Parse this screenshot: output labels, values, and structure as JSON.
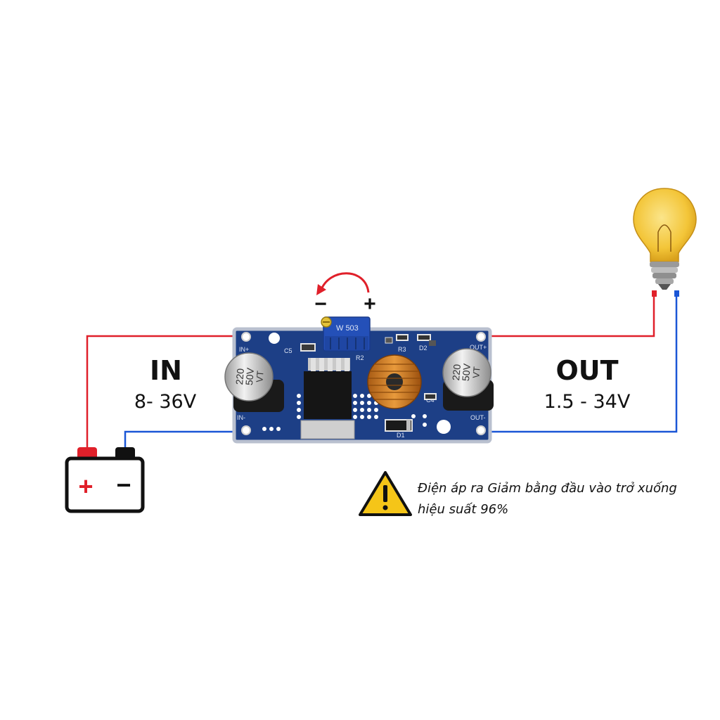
{
  "input": {
    "title": "IN",
    "range": "8- 36V"
  },
  "output": {
    "title": "OUT",
    "range": "1.5 - 34V"
  },
  "adjust": {
    "minus": "−",
    "plus": "+"
  },
  "battery": {
    "plus": "+",
    "minus": "−"
  },
  "board": {
    "pot_label": "W 503",
    "cap_value": "220",
    "cap_voltage": "50V",
    "cap_brand": "VT",
    "in_plus": "IN+",
    "in_minus": "IN-",
    "out_plus": "OUT+",
    "out_minus": "OUT-",
    "c5": "C5",
    "r2": "R2",
    "r3": "R3",
    "d2": "D2",
    "c4": "C4",
    "d1": "D1"
  },
  "warning": {
    "line1": "Điện áp ra Giảm bằng đầu vào trở xuống",
    "line2": "hiệu suất 96%"
  },
  "colors": {
    "positive_wire": "#e0202a",
    "negative_wire": "#1a56d6",
    "pcb": "#1d3f86",
    "bulb": "#f3c538",
    "warning": "#f5c518"
  }
}
